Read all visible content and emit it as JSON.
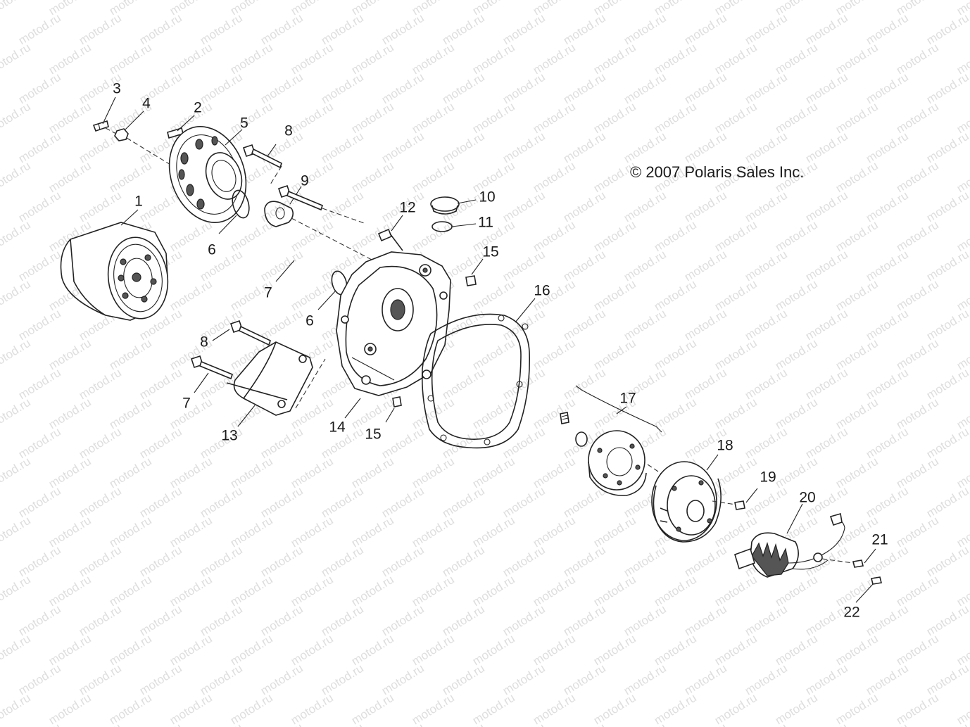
{
  "copyright": "© 2007 Polaris Sales Inc.",
  "watermark": "motod.ru",
  "parts": [
    {
      "id": "p1",
      "label": "1"
    },
    {
      "id": "p2",
      "label": "2"
    },
    {
      "id": "p3",
      "label": "3"
    },
    {
      "id": "p4",
      "label": "4"
    },
    {
      "id": "p5",
      "label": "5"
    },
    {
      "id": "p6a",
      "label": "6"
    },
    {
      "id": "p6b",
      "label": "6"
    },
    {
      "id": "p7a",
      "label": "7"
    },
    {
      "id": "p7b",
      "label": "7"
    },
    {
      "id": "p8a",
      "label": "8"
    },
    {
      "id": "p8b",
      "label": "8"
    },
    {
      "id": "p9",
      "label": "9"
    },
    {
      "id": "p10",
      "label": "10"
    },
    {
      "id": "p11",
      "label": "11"
    },
    {
      "id": "p12",
      "label": "12"
    },
    {
      "id": "p13",
      "label": "13"
    },
    {
      "id": "p14",
      "label": "14"
    },
    {
      "id": "p15a",
      "label": "15"
    },
    {
      "id": "p15b",
      "label": "15"
    },
    {
      "id": "p16",
      "label": "16"
    },
    {
      "id": "p17",
      "label": "17"
    },
    {
      "id": "p18",
      "label": "18"
    },
    {
      "id": "p19",
      "label": "19"
    },
    {
      "id": "p20",
      "label": "20"
    },
    {
      "id": "p21",
      "label": "21"
    },
    {
      "id": "p22",
      "label": "22"
    }
  ]
}
